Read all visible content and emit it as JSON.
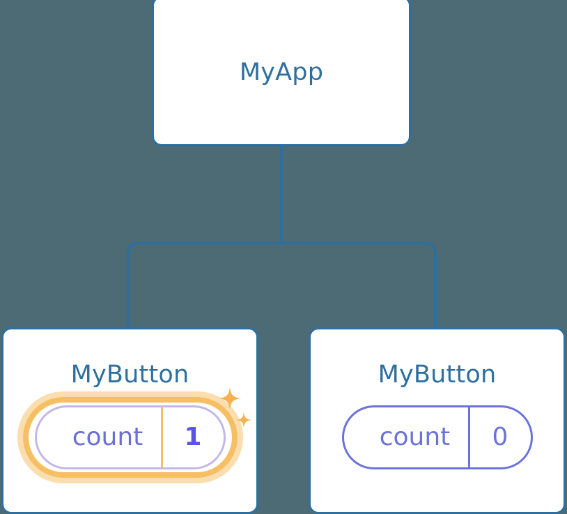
{
  "theme": {
    "background": "#4d6b75",
    "card_fill": "#ffffff",
    "card_border": "#2e6f9e",
    "title_color": "#2e6f9e",
    "connector_color": "#2e6f9e",
    "state_color": "#6b73d8",
    "highlight_value_color": "#5b52e8",
    "highlight_ring_color": "#f7bf63",
    "highlight_halo_color": "#fbdeb0",
    "sparkle_color": "#f7b24f"
  },
  "tree": {
    "root": {
      "title": "MyApp"
    },
    "children": [
      {
        "title": "MyButton",
        "state": {
          "key": "count",
          "value": "1"
        },
        "highlighted": true,
        "sparkle_icon": "sparkles-icon"
      },
      {
        "title": "MyButton",
        "state": {
          "key": "count",
          "value": "0"
        },
        "highlighted": false
      }
    ]
  }
}
